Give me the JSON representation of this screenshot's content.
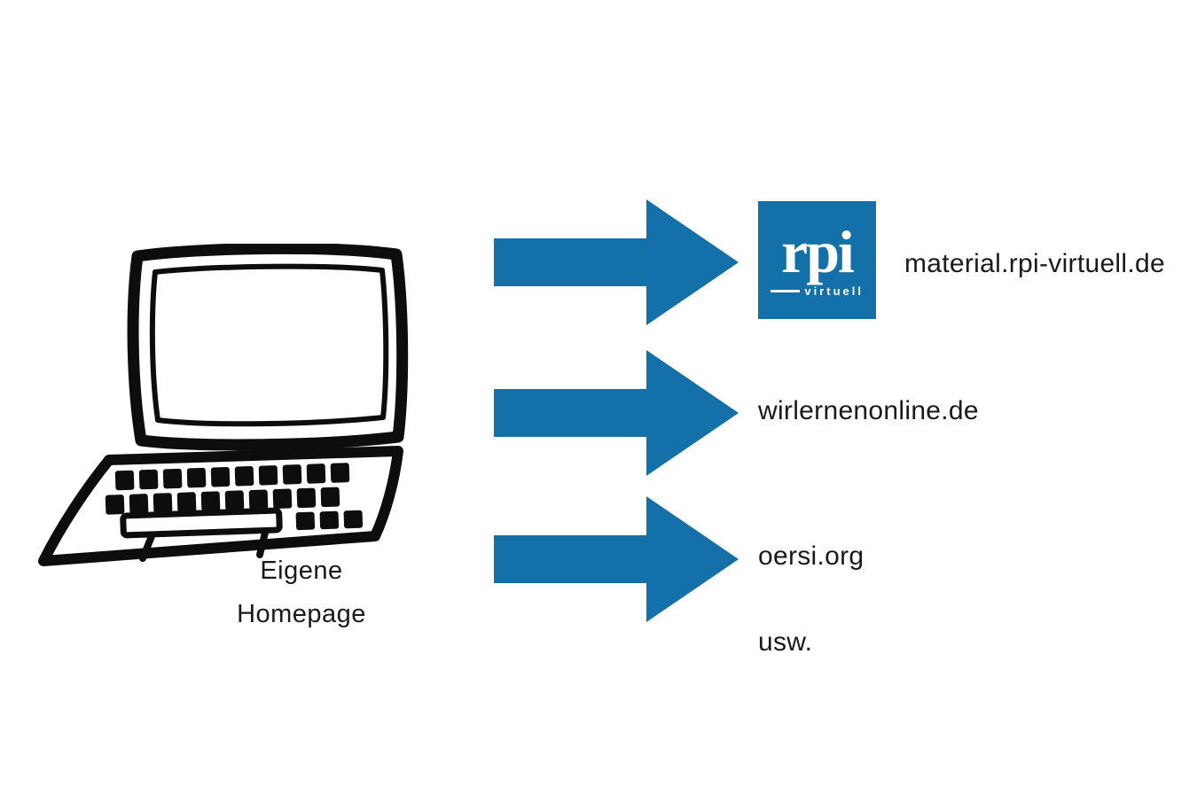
{
  "laptop": {
    "label_line1": "Eigene",
    "label_line2": "Homepage"
  },
  "logo": {
    "main": "rpi",
    "sub": "virtuell"
  },
  "targets": [
    {
      "label": "material.rpi-virtuell.de"
    },
    {
      "label": "wirlernenonline.de"
    },
    {
      "label": "oersi.org"
    }
  ],
  "etc": "usw.",
  "icons": {
    "arrow": "right-arrow-icon",
    "laptop": "laptop-illustration"
  },
  "colors": {
    "arrow_blue": "#1470A8",
    "logo_background": "#1470A8",
    "text": "#1a1a1a",
    "laptop_ink": "#0d0d0d",
    "background": "#ffffff"
  }
}
